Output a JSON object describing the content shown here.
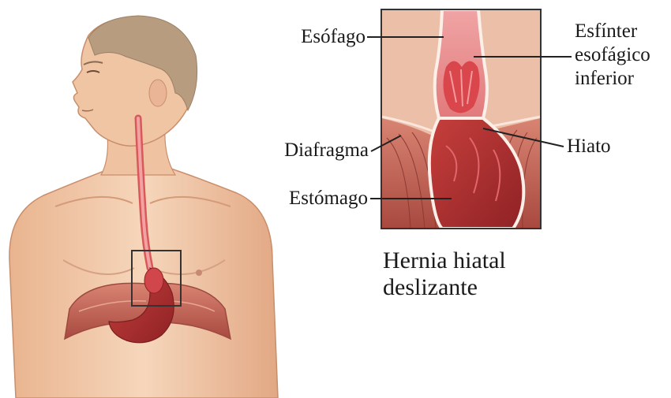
{
  "labels": {
    "esofago": "Esófago",
    "esfinter_line1": "Esfínter",
    "esfinter_line2": "esofágico",
    "esfinter_line3": "inferior",
    "diafragma": "Diafragma",
    "hiato": "Hiato",
    "estomago": "Estómago"
  },
  "caption": {
    "line1": "Hernia hiatal",
    "line2": "deslizante"
  },
  "colors": {
    "skin": "#f1c9a6",
    "skin_shadow": "#d9a07c",
    "hair": "#b99a7d",
    "tissue": "#c9514a",
    "tissue_dark": "#a7322f",
    "esophagus_light": "#e8898a",
    "diaphragm": "#b85a4c",
    "frame": "#333333"
  }
}
